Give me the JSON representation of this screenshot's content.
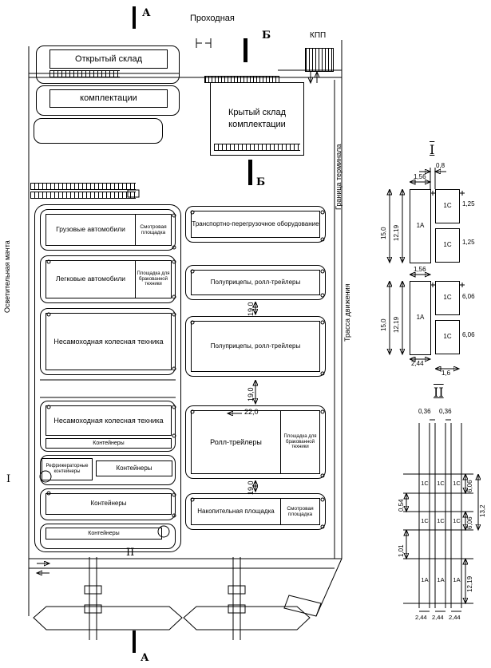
{
  "plan": {
    "section_marks": {
      "a": "А",
      "b": "Б"
    },
    "labels": {
      "prohodnaya": "Проходная",
      "kpp": "КПП",
      "granica": "Граница терминала",
      "trassa": "Трасса движения",
      "machta": "Осветительная мачта"
    },
    "zones": {
      "open_warehouse": "Открытый склад",
      "picking": "комплектации",
      "covered_line1": "Крытый склад",
      "covered_line2": "комплектации",
      "trucks": "Грузовые автомобили",
      "cars": "Легковые автомобили",
      "inspection": "Смотровая площадка",
      "defective": "Площадка для бракованной техники",
      "wheeled": "Несамоходная колесная техника",
      "containers": "Контейнеры",
      "reefer": "Рефрижераторные контейнеры",
      "transport_equipment": "Транспортно-перегрузочное оборудование",
      "semitrailers": "Полуприцепы, ролл-трейлеры",
      "roll_trailers": "Ролл-трейлеры",
      "accumulation": "Накопительная площадка"
    },
    "dims": {
      "d19": "19,0",
      "d22": "22,0"
    }
  },
  "detail_I": {
    "label": "I",
    "cells": {
      "a": "1А",
      "c": "1С"
    },
    "dims": {
      "d08": "0,8",
      "d156": "1,56",
      "d15": "15,0",
      "d1219": "12,19",
      "d125": "1,25",
      "d606": "6,06",
      "d244": "2,44",
      "d16": "1,6"
    }
  },
  "detail_II": {
    "label": "II",
    "cells": {
      "a": "1А",
      "c": "1С"
    },
    "dims": {
      "d036": "0,36",
      "d606": "6,06",
      "d1219": "12,19",
      "d132": "13,2",
      "d054": "0,54",
      "d101": "1,01",
      "d244": "2,44"
    }
  }
}
